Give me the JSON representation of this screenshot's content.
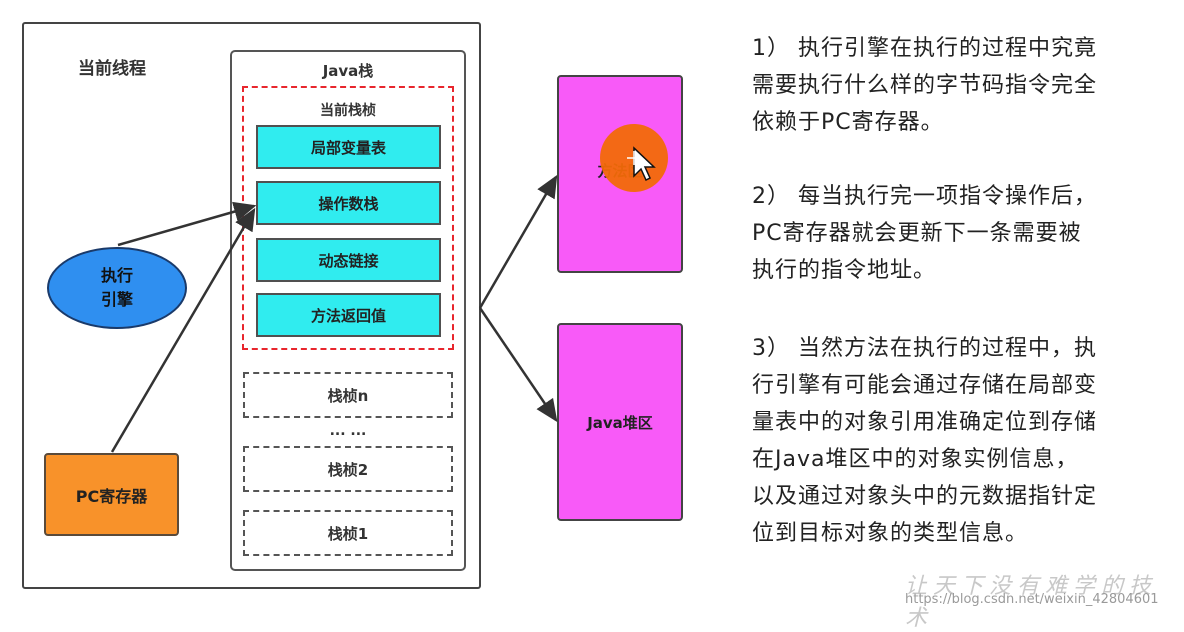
{
  "diagram": {
    "thread_title": "当前线程",
    "stack_title": "Java栈",
    "current_frame_title": "当前栈桢",
    "cells": [
      "局部变量表",
      "操作数栈",
      "动态链接",
      "方法返回值"
    ],
    "frames": [
      "栈桢n",
      "栈桢2",
      "栈桢1"
    ],
    "dots": "... ...",
    "engine_label_line1": "执行",
    "engine_label_line2": "引擎",
    "pc_label": "PC寄存器",
    "method_area_label": "方法区",
    "heap_label": "Java堆区"
  },
  "notes": {
    "n1": [
      "1） 执行引擎在执行的过程中究竟",
      "需要执行什么样的字节码指令完全",
      "依赖于PC寄存器。"
    ],
    "n2": [
      "2） 每当执行完一项指令操作后，",
      "PC寄存器就会更新下一条需要被",
      "执行的指令地址。"
    ],
    "n3": [
      "3） 当然方法在执行的过程中，执",
      "行引擎有可能会通过存储在局部变",
      "量表中的对象引用准确定位到存储",
      "在Java堆区中的对象实例信息，",
      "以及通过对象头中的元数据指针定",
      "位到目标对象的类型信息。"
    ]
  },
  "watermark": {
    "line1": "让天下没有难学的技术",
    "line2": "https://blog.csdn.net/weixin_42804601"
  },
  "colors": {
    "cell": "#30ecef",
    "engine": "#2f8ff0",
    "pc": "#f8922a",
    "area": "#f85af8",
    "frame_dash": "#e8262d"
  }
}
